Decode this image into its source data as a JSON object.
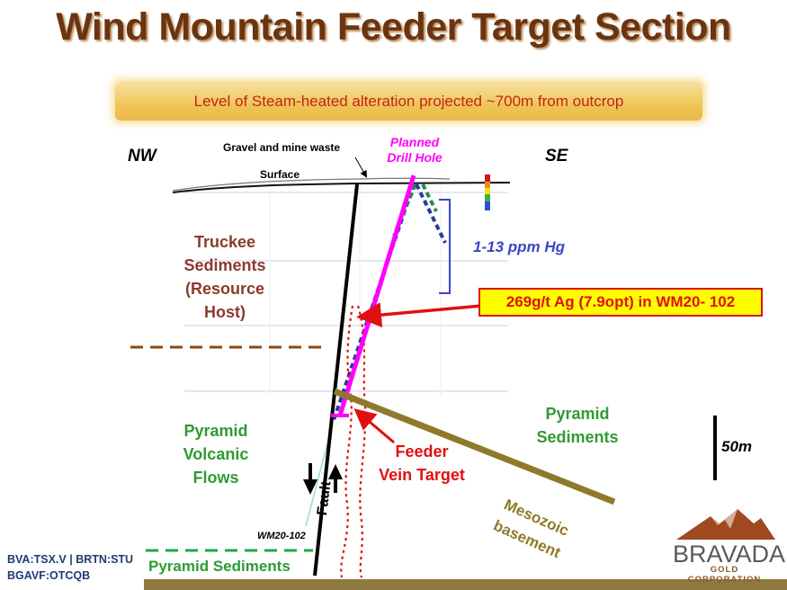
{
  "title": "Wind Mountain Feeder Target Section",
  "banner": "Level of Steam-heated alteration projected ~700m from outcrop",
  "compass": {
    "left": "NW",
    "right": "SE"
  },
  "annotations": {
    "gravel": "Gravel and mine waste",
    "surface": "Surface",
    "planned_line1": "Planned",
    "planned_line2": "Drill Hole",
    "hg_range": "1-13 ppm Hg",
    "assay": "269g/t Ag (7.9opt) in WM20- 102",
    "feeder_line1": "Feeder",
    "feeder_line2": "Vein Target",
    "fault": "Fault",
    "hole_id": "WM20-102",
    "scale": "50m"
  },
  "units": {
    "truckee": [
      "Truckee",
      "Sediments",
      "(Resource",
      "Host)"
    ],
    "pyramid_volcanic": [
      "Pyramid",
      "Volcanic",
      "Flows"
    ],
    "pyramid_sediments_right": [
      "Pyramid",
      "Sediments"
    ],
    "mesozoic": [
      "Mesozoic",
      "basement"
    ],
    "pyramid_sediments_bottom": "Pyramid Sediments"
  },
  "ticker": {
    "line1": "BVA:TSX.V | BRTN:STU",
    "line2": "BGAVF:OTCQB"
  },
  "logo": {
    "name": "BRAVADA",
    "sub": "GOLD CORPORATION"
  },
  "colors": {
    "title": "#6b3410",
    "assay_red": "#e01010",
    "planned_magenta": "#ff00ff",
    "hg_blue": "#3a45c8",
    "green_label": "#2f9a34",
    "brown_label": "#8b3a2b",
    "mesozoic_olive": "#8e7a2a"
  }
}
